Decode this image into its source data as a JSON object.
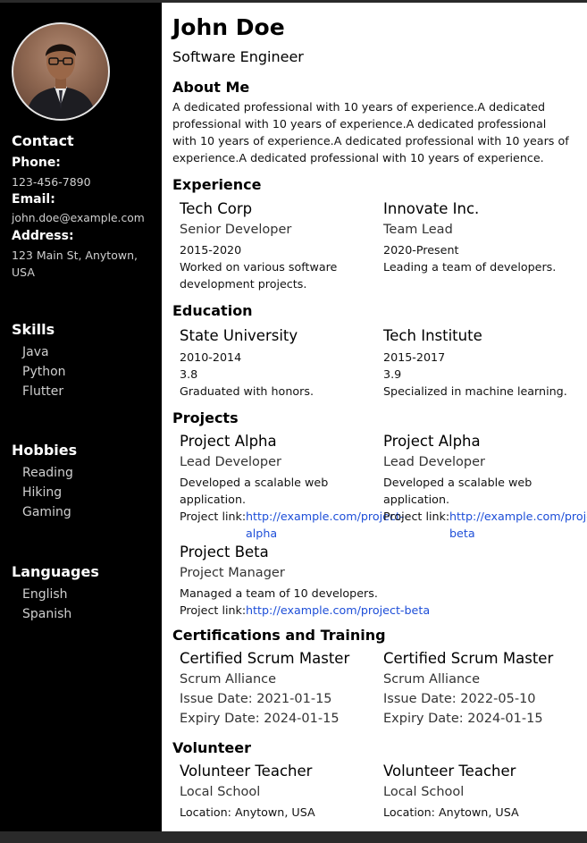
{
  "name": "John Doe",
  "title": "Software Engineer",
  "sidebar": {
    "contact_heading": "Contact",
    "phone_label": "Phone:",
    "phone": "123-456-7890",
    "email_label": "Email:",
    "email": "john.doe@example.com",
    "address_label": "Address:",
    "address": "123 Main St, Anytown, USA",
    "skills_heading": "Skills",
    "skills": [
      "Java",
      "Python",
      "Flutter"
    ],
    "hobbies_heading": "Hobbies",
    "hobbies": [
      "Reading",
      "Hiking",
      "Gaming"
    ],
    "languages_heading": "Languages",
    "languages": [
      "English",
      "Spanish"
    ]
  },
  "about": {
    "heading": "About Me",
    "text": "A dedicated professional with 10 years of experience.A dedicated professional with 10 years of experience.A dedicated professional with 10 years of experience.A dedicated professional with 10 years of experience.A dedicated professional with 10 years of experience."
  },
  "experience": {
    "heading": "Experience",
    "items": [
      {
        "company": "Tech Corp",
        "position": "Senior Developer",
        "dates": "2015-2020",
        "description": "Worked on various software development projects."
      },
      {
        "company": "Innovate Inc.",
        "position": "Team Lead",
        "dates": "2020-Present",
        "description": "Leading a team of developers."
      }
    ]
  },
  "education": {
    "heading": "Education",
    "items": [
      {
        "school": "State University",
        "dates": "2010-2014",
        "gpa": "3.8",
        "note": "Graduated with honors."
      },
      {
        "school": "Tech Institute",
        "dates": "2015-2017",
        "gpa": "3.9",
        "note": "Specialized in machine learning."
      }
    ]
  },
  "projects": {
    "heading": "Projects",
    "link_label": "Project link:",
    "items": [
      {
        "name": "Project Alpha",
        "role": "Lead Developer",
        "description": "Developed a scalable web application.",
        "link": "http://example.com/project-alpha"
      },
      {
        "name": "Project Alpha",
        "role": "Lead Developer",
        "description": "Developed a scalable web application.",
        "link": "http://example.com/project-beta"
      },
      {
        "name": "Project Beta",
        "role": "Project Manager",
        "description": "Managed a team of 10 developers.",
        "link": "http://example.com/project-beta"
      }
    ]
  },
  "certifications": {
    "heading": "Certifications and Training",
    "items": [
      {
        "name": "Certified Scrum Master",
        "issuer": "Scrum Alliance",
        "issue": "Issue Date: 2021-01-15",
        "expiry": "Expiry Date: 2024-01-15"
      },
      {
        "name": "Certified Scrum Master",
        "issuer": "Scrum Alliance",
        "issue": "Issue Date: 2022-05-10",
        "expiry": "Expiry Date: 2024-01-15"
      }
    ]
  },
  "volunteer": {
    "heading": "Volunteer",
    "items": [
      {
        "role": "Volunteer Teacher",
        "org": "Local School",
        "location": "Location: Anytown, USA"
      },
      {
        "role": "Volunteer Teacher",
        "org": "Local School",
        "location": "Location: Anytown, USA"
      }
    ]
  },
  "colors": {
    "sidebar": "#000000",
    "link": "#1d4ed8",
    "page": "#ffffff",
    "backdrop": "#2a2a2a"
  }
}
